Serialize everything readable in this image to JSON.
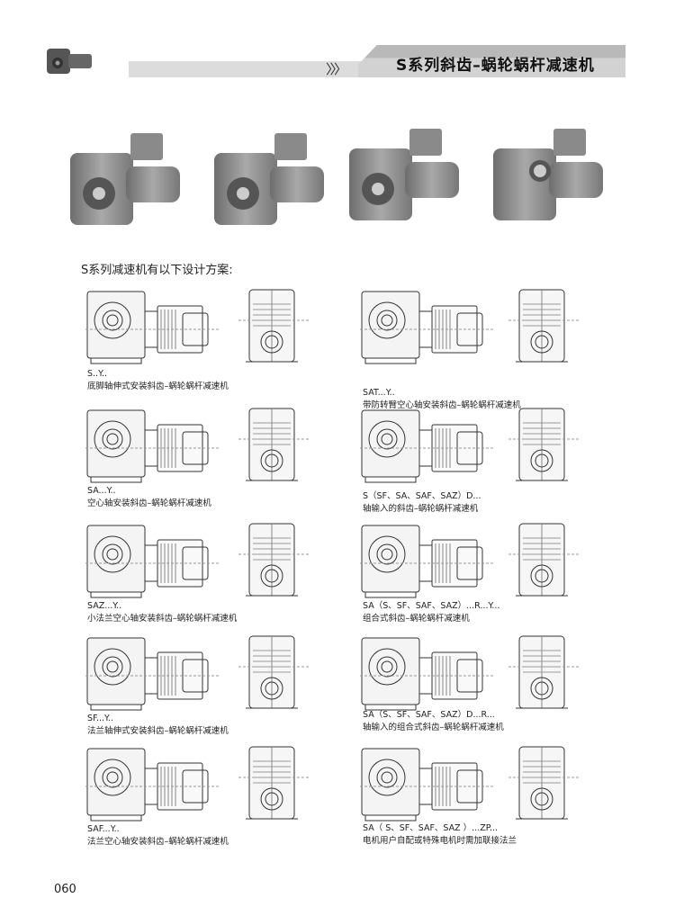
{
  "header": {
    "title": "S系列斜齿–蜗轮蜗杆减速机",
    "chevrons": "〉〉〉"
  },
  "intro": "S系列减速机有以下设计方案:",
  "designs": [
    {
      "code": "S..Y..",
      "desc": "底脚轴伸式安装斜齿–蜗轮蜗杆减速机"
    },
    {
      "code": "SAT...Y..",
      "desc": "带防转臂空心轴安装斜齿–蜗轮蜗杆减速机"
    },
    {
      "code": "SA...Y..",
      "desc": "空心轴安装斜齿–蜗轮蜗杆减速机"
    },
    {
      "code": "S（SF、SA、SAF、SAZ）D...",
      "desc": "轴输入的斜齿–蜗轮蜗杆减速机"
    },
    {
      "code": "SAZ...Y..",
      "desc": "小法兰空心轴安装斜齿–蜗轮蜗杆减速机"
    },
    {
      "code": "SA（S、SF、SAF、SAZ）...R...Y...",
      "desc": "组合式斜齿–蜗轮蜗杆减速机"
    },
    {
      "code": "SF...Y..",
      "desc": "法兰轴伸式安装斜齿–蜗轮蜗杆减速机"
    },
    {
      "code": "SA（S、SF、SAF、SAZ）D...R...",
      "desc": "轴输入的组合式斜齿–蜗轮蜗杆减速机"
    },
    {
      "code": "SAF...Y..",
      "desc": "法兰空心轴安装斜齿–蜗轮蜗杆减速机"
    },
    {
      "code": "SA（ S、SF、SAF、SAZ ）...ZP...",
      "desc": "电机用户自配或特殊电机时需加联接法兰"
    }
  ],
  "page_number": "060"
}
